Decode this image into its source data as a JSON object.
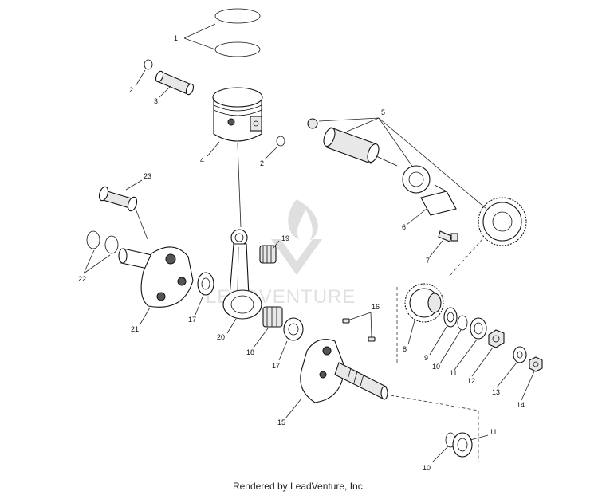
{
  "callouts": {
    "c1": "1",
    "c2a": "2",
    "c2b": "2",
    "c3": "3",
    "c4": "4",
    "c5": "5",
    "c6": "6",
    "c7": "7",
    "c8": "8",
    "c9": "9",
    "c10a": "10",
    "c10b": "10",
    "c11a": "11",
    "c11b": "11",
    "c12": "12",
    "c13": "13",
    "c14": "14",
    "c15": "15",
    "c16": "16",
    "c17a": "17",
    "c17b": "17",
    "c18": "18",
    "c19": "19",
    "c20": "20",
    "c21": "21",
    "c22": "22",
    "c23": "23"
  },
  "watermark": "LEADVENTURE",
  "footer": "Rendered by LeadVenture, Inc."
}
